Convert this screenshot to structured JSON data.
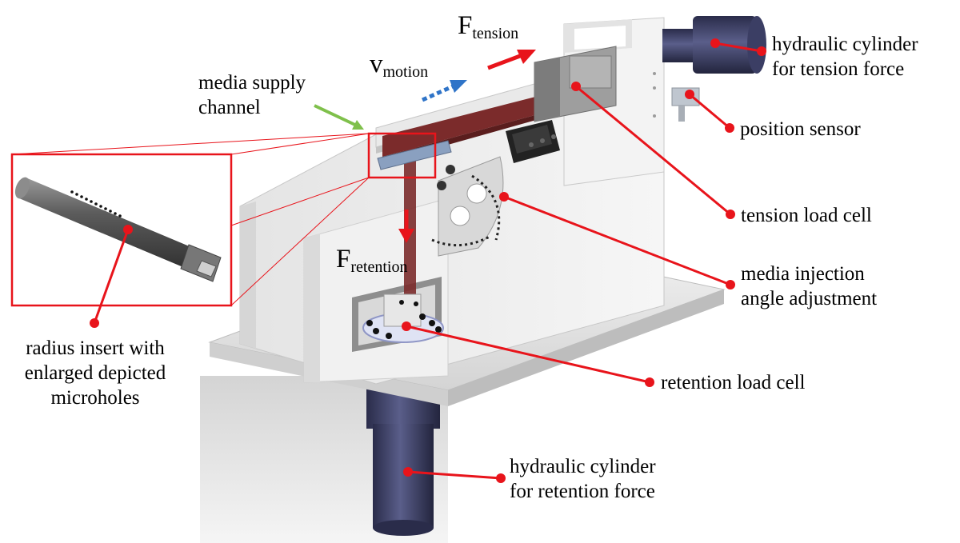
{
  "figure": {
    "labels": {
      "media_supply_channel": [
        "media supply",
        "channel"
      ],
      "hydraulic_cylinder_tension": [
        "hydraulic cylinder",
        "for tension force"
      ],
      "position_sensor": "position sensor",
      "tension_load_cell": "tension load cell",
      "media_injection_angle": [
        "media injection",
        "angle adjustment"
      ],
      "retention_load_cell": "retention load cell",
      "radius_insert": [
        "radius insert with",
        "enlarged depicted",
        "microholes"
      ],
      "hydraulic_cylinder_retention": [
        "hydraulic cylinder",
        "for retention force"
      ]
    },
    "forces": {
      "tension": {
        "symbol": "F",
        "subscript": "tension"
      },
      "motion": {
        "symbol": "v",
        "subscript": "motion"
      },
      "retention": {
        "symbol": "F",
        "subscript": "retention"
      }
    },
    "colors": {
      "callout": "#e8141b",
      "arrow_force": "#e8141b",
      "arrow_motion": "#2f74c8",
      "arrow_media": "#7fc04b",
      "cylinder": "#3a3d63",
      "plate": "#e6e6e6",
      "channel": "#7b2b2b"
    }
  }
}
